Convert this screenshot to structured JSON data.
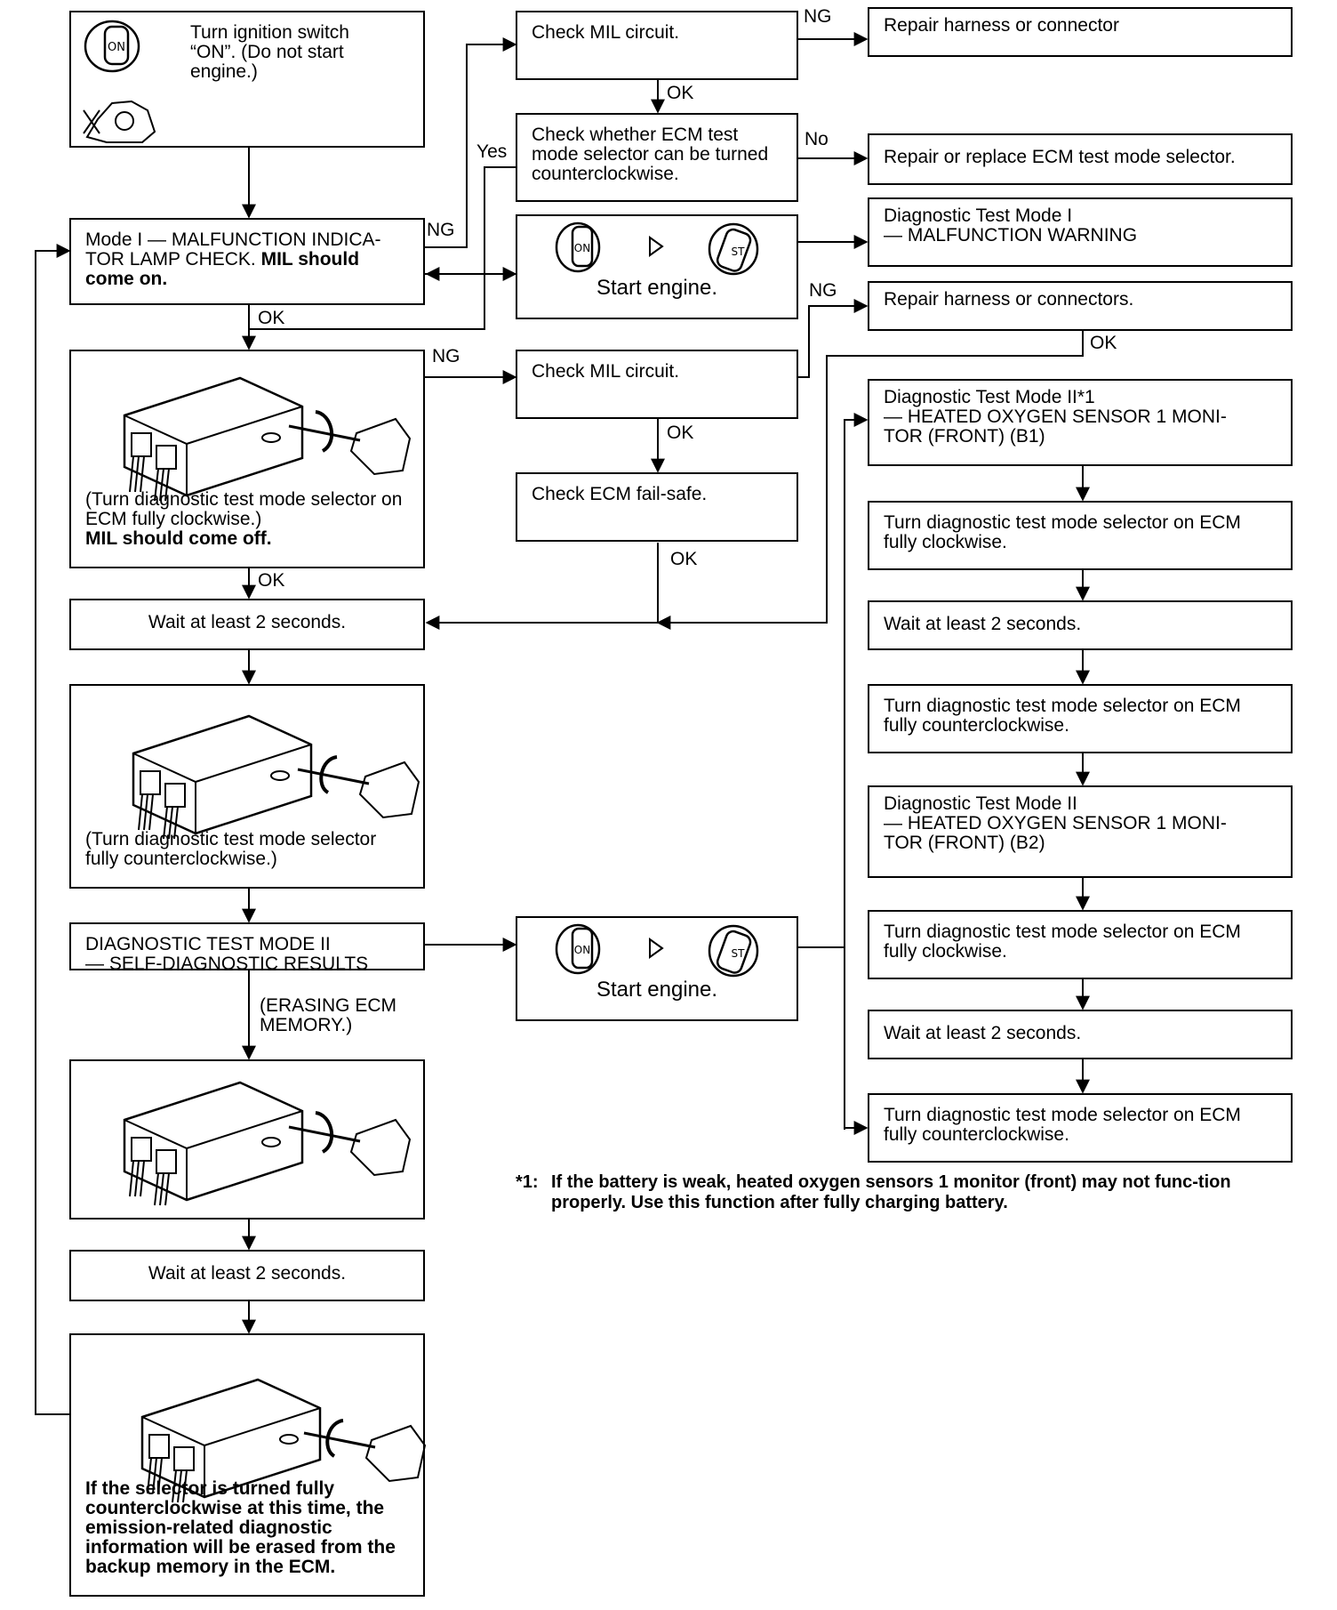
{
  "boxes": {
    "ignition": "Turn ignition switch “ON”. (Do not start engine.)",
    "mode1_a": "Mode I — MALFUNCTION INDICA-TOR LAMP CHECK. ",
    "mode1_b": "MIL should come on.",
    "check_mil_1": "Check MIL circuit.",
    "repair_harness_1": "Repair harness or connector",
    "check_selector": "Check whether ECM test mode selector can be turned counterclockwise.",
    "repair_selector": "Repair or replace ECM test mode selector.",
    "start_engine": "Start engine.",
    "diag_mode1": "Diagnostic Test Mode I\n— MALFUNCTION WARNING",
    "repair_harness_2": "Repair harness or connectors.",
    "check_mil_2": "Check MIL circuit.",
    "check_failsafe": "Check ECM fail-safe.",
    "cw_caption": "(Turn diagnostic test mode selector on ECM fully clockwise.)",
    "cw_caption_bold": "MIL should come off.",
    "wait": "Wait at least 2 seconds.",
    "ccw_caption": "(Turn diagnostic test mode selector fully counterclockwise.)",
    "diag_mode2_self": "DIAGNOSTIC TEST MODE II\n— SELF-DIAGNOSTIC RESULTS",
    "erasing": "(ERASING ECM MEMORY.)",
    "erase_caption": "If the selector is turned fully counterclockwise at this time, the emission-related diagnostic information will be erased from the backup memory in the ECM.",
    "diag_mode2_b1": "Diagnostic Test Mode II*1\n— HEATED OXYGEN SENSOR 1 MONI-\nTOR (FRONT) (B1)",
    "turn_cw": "Turn diagnostic test mode selector on ECM fully clockwise.",
    "turn_ccw": "Turn diagnostic test mode selector on ECM fully counterclockwise.",
    "diag_mode2_b2": "Diagnostic Test Mode II\n— HEATED OXYGEN SENSOR 1 MONI-\nTOR (FRONT) (B2)"
  },
  "labels": {
    "ng": "NG",
    "ok": "OK",
    "yes": "Yes",
    "no": "No",
    "key_on": "ON",
    "key_st": "ST"
  },
  "footnote": {
    "mark": "*1:",
    "text": "If the battery is weak, heated oxygen sensors 1 monitor (front) may not func-tion properly. Use this function after fully charging battery."
  },
  "icons": [
    "ignition-key-icon",
    "engine-icon",
    "ecm-unit-icon",
    "screwdriver-hand-icon",
    "arrow-right-icon"
  ]
}
